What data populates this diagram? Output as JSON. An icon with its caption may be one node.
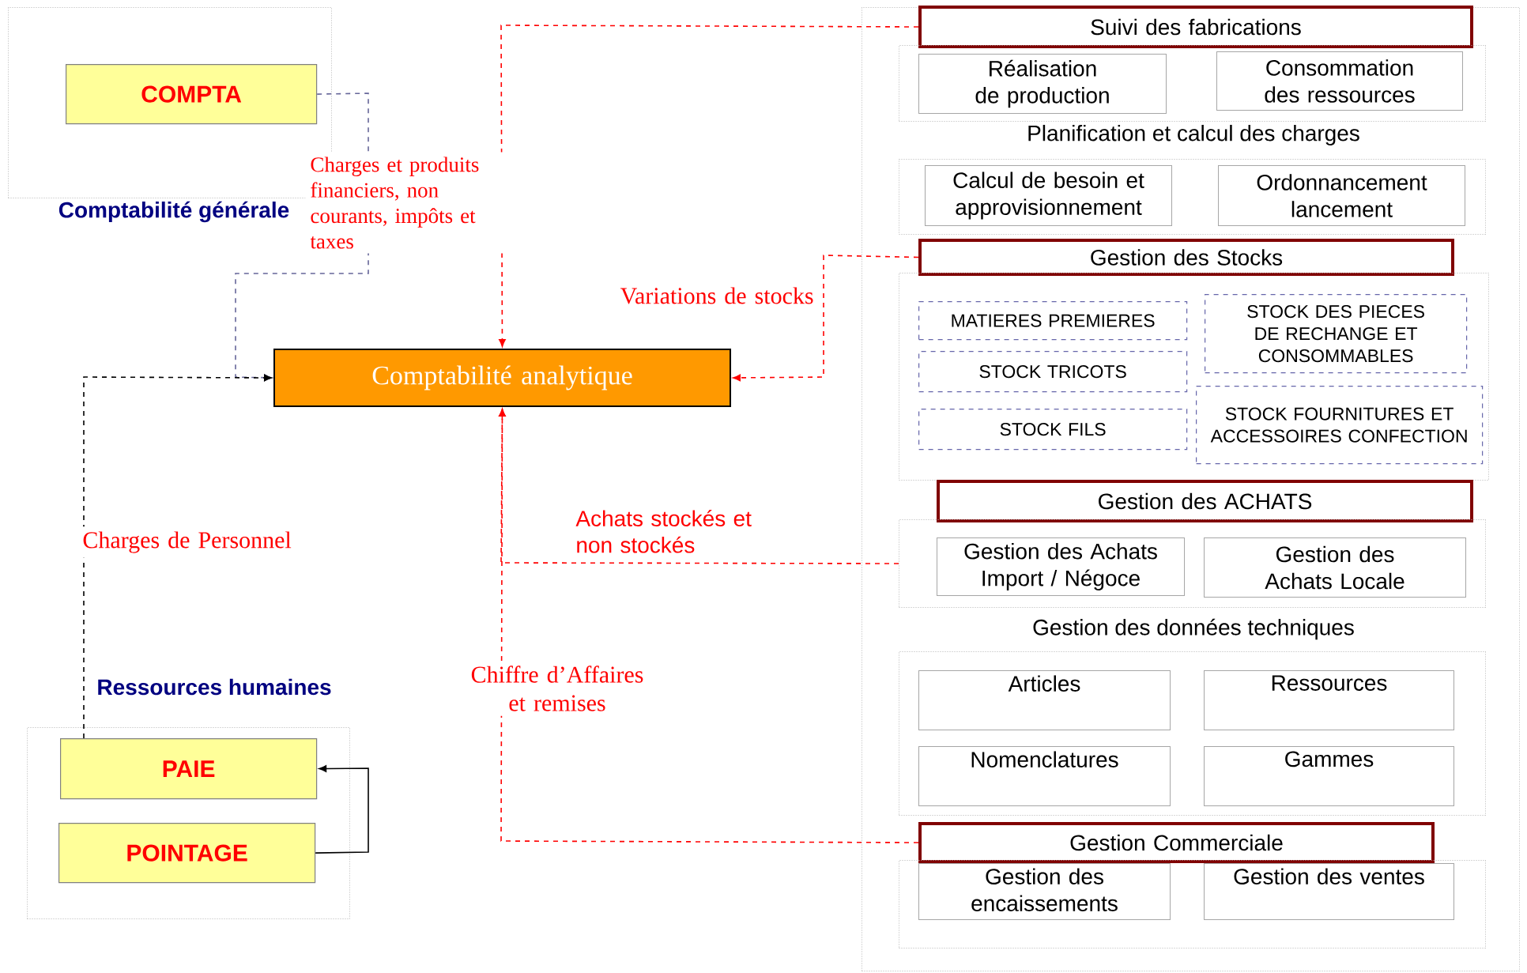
{
  "diagram": {
    "nodes": [
      {
        "text": [
          "Comptabilité générale"
        ]
      },
      {
        "text": [
          "COMPTA"
        ],
        "in": 0
      },
      {
        "text": [
          "Comptabilité analytique"
        ]
      },
      {
        "text": [
          "Ressources humaines"
        ]
      },
      {
        "text": [
          "PAIE"
        ],
        "in": 3
      },
      {
        "text": [
          "POINTAGE"
        ],
        "in": 3
      },
      {
        "text": [],
        "shape": "box"
      },
      {
        "text": [
          "Suivi des fabrications"
        ],
        "in": 6
      },
      {
        "text": [],
        "shape": "box",
        "in": 6
      },
      {
        "text": [
          "Réalisation de production"
        ],
        "in": 8
      },
      {
        "text": [
          "Consommation des ressources"
        ],
        "in": 8
      },
      {
        "text": [
          "Planification et calcul des charges"
        ],
        "in": 6
      },
      {
        "text": [
          "Calcul de besoin et approvisionnement"
        ],
        "in": 11
      },
      {
        "text": [
          "Ordonnancement lancement"
        ],
        "in": 11
      },
      {
        "text": [
          "Gestion des Stocks"
        ],
        "in": 6
      },
      {
        "text": [],
        "shape": "box",
        "in": 6
      },
      {
        "text": [
          "MATIERES PREMIERES"
        ],
        "in": 15
      },
      {
        "text": [
          "STOCK DES PIECES DE RECHANGE ET CONSOMMABLES"
        ],
        "in": 15
      },
      {
        "text": [
          "STOCK TRICOTS"
        ],
        "in": 15
      },
      {
        "text": [
          "STOCK FOURNITURES ET ACCESSOIRES CONFECTION"
        ],
        "in": 15
      },
      {
        "text": [
          "STOCK FILS"
        ],
        "in": 15
      },
      {
        "text": [
          "Gestion des ACHATS"
        ],
        "in": 6
      },
      {
        "text": [],
        "shape": "box",
        "in": 6
      },
      {
        "text": [
          "Gestion des Achats Import / Négoce"
        ],
        "in": 22
      },
      {
        "text": [
          "Gestion des Achats Locale"
        ],
        "in": 22
      },
      {
        "text": [
          "Gestion des données techniques"
        ],
        "in": 6
      },
      {
        "text": [
          "Articles"
        ],
        "in": 25
      },
      {
        "text": [
          "Ressources"
        ],
        "in": 25
      },
      {
        "text": [
          "Nomenclatures"
        ],
        "in": 25
      },
      {
        "text": [
          "Gammes"
        ],
        "in": 25
      },
      {
        "text": [
          "Gestion Commerciale"
        ],
        "in": 6
      },
      {
        "text": [],
        "shape": "box",
        "in": 6
      },
      {
        "text": [
          "Gestion des encaissements"
        ],
        "in": 31
      },
      {
        "text": [
          "Gestion des ventes"
        ],
        "in": 31
      }
    ],
    "edges": [
      {
        "from": 1,
        "to": 2,
        "arrow": "to",
        "label": "Charges et produits financiers, non courants, impôts et taxes",
        "style": "dashed",
        "color": "#666699"
      },
      {
        "from": 4,
        "to": 2,
        "arrow": "to",
        "label": "Charges de Personnel",
        "style": "dashed",
        "color": "#000000"
      },
      {
        "from": 7,
        "to": 2,
        "arrow": "to",
        "style": "dashed"
      },
      {
        "from": 14,
        "to": 2,
        "arrow": "to",
        "label": "Variations de stocks",
        "style": "dashed"
      },
      {
        "from": 22,
        "to": 2,
        "arrow": "to",
        "label": "Achats stockés et non stockés",
        "style": "dashed"
      },
      {
        "from": 30,
        "to": 2,
        "arrow": "to",
        "label": "Chiffre d’Affaires et remises",
        "style": "dashed"
      },
      {
        "from": 5,
        "to": 4,
        "arrow": "to",
        "color": "#000000"
      }
    ]
  }
}
